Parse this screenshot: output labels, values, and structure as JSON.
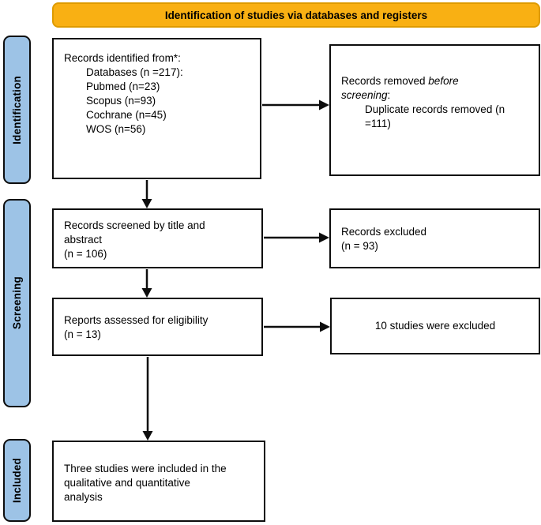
{
  "banner": {
    "title": "Identification of studies via databases and registers"
  },
  "stages": {
    "identification": "Identification",
    "screening": "Screening",
    "included": "Included"
  },
  "boxes": {
    "identified": {
      "title": "Records identified from*:",
      "items": [
        "Databases (n =217):",
        "Pubmed (n=23)",
        "Scopus (n=93)",
        "Cochrane (n=45)",
        "WOS (n=56)"
      ]
    },
    "removed": {
      "prefix": "Records removed ",
      "emphasis": "before screening",
      "suffix": ":",
      "detail": "Duplicate records removed (n =111)"
    },
    "screened": {
      "text": "Records screened by title and abstract",
      "count": "(n = 106)"
    },
    "records_excluded": {
      "text": "Records excluded",
      "count": "(n = 93)"
    },
    "assessed": {
      "text": "Reports assessed for eligibility",
      "count": "(n = 13)"
    },
    "studies_excluded": {
      "text": "10 studies were excluded"
    },
    "included_final": {
      "text": "Three studies were included in the qualitative and quantitative analysis"
    }
  },
  "colors": {
    "banner_bg": "#F9B013",
    "banner_border": "#DE9B00",
    "stage_bg": "#9DC3E6",
    "box_bg": "#FFFFFF",
    "line": "#000000"
  }
}
